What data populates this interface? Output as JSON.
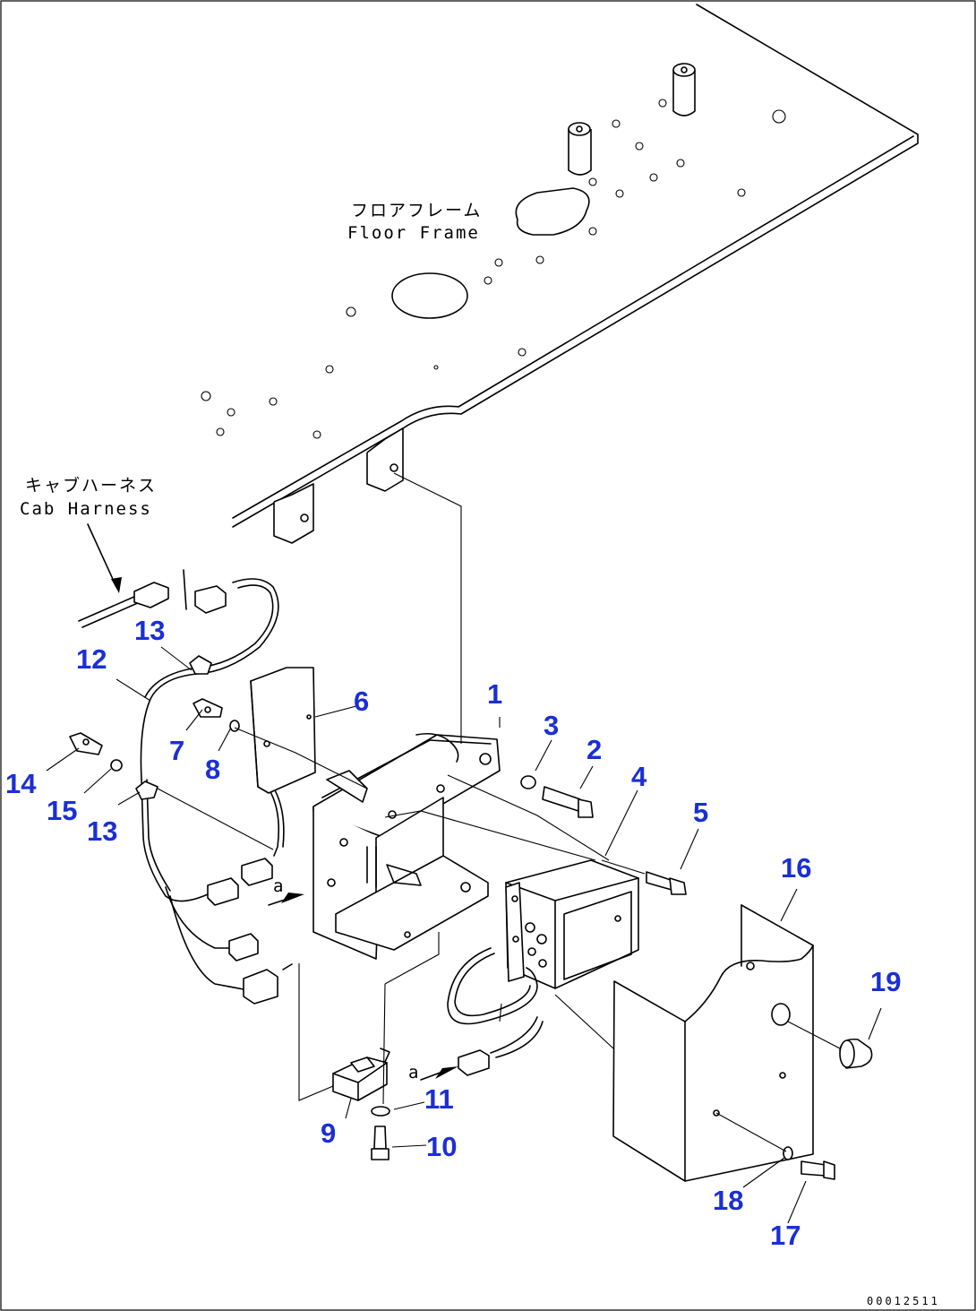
{
  "labels": {
    "floor_frame_jp": "フロアフレーム",
    "floor_frame_en": "Floor Frame",
    "cab_harness_jp": "キャブハーネス",
    "cab_harness_en": "Cab Harness",
    "view_a_top": "a",
    "view_a_bottom": "a"
  },
  "callouts": [
    "1",
    "2",
    "3",
    "4",
    "5",
    "6",
    "7",
    "8",
    "9",
    "10",
    "11",
    "12",
    "13",
    "13",
    "14",
    "15",
    "16",
    "17",
    "18",
    "19"
  ],
  "document_number": "00012511"
}
